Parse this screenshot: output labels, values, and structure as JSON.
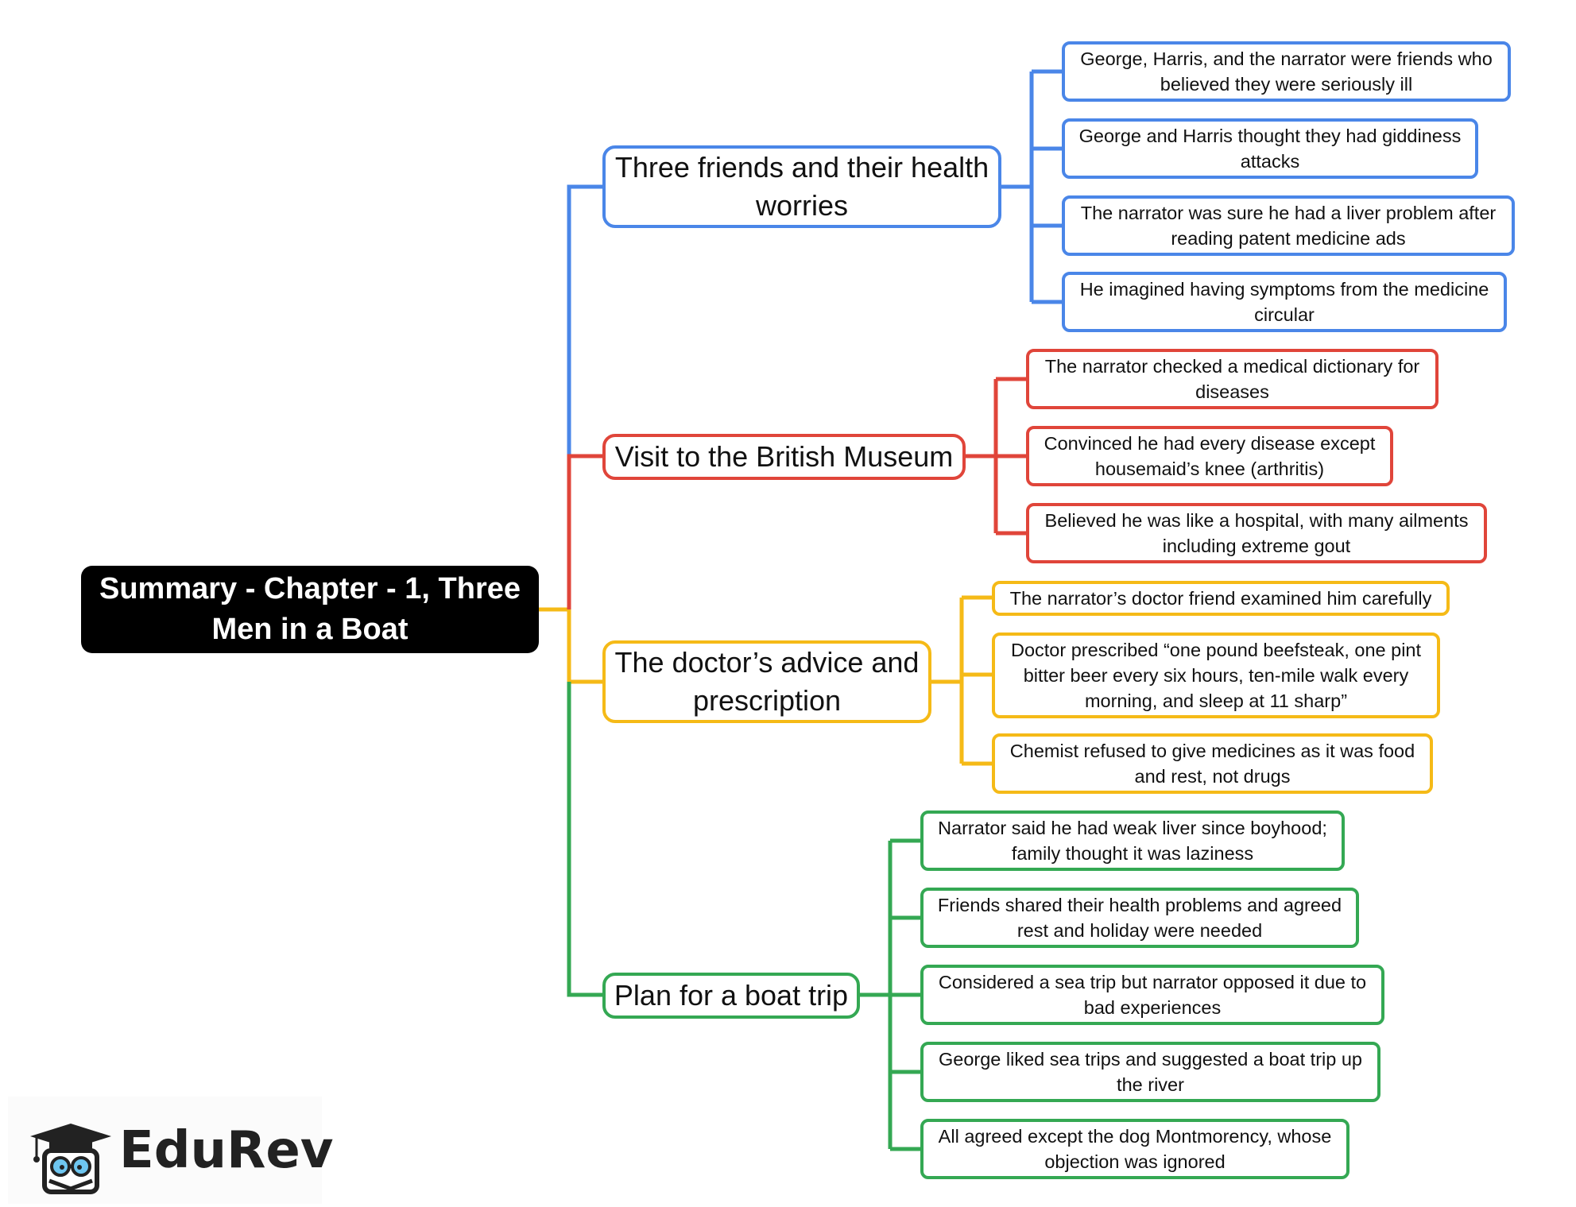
{
  "root": {
    "title": "Summary - Chapter - 1, Three Men in a Boat"
  },
  "branches": [
    {
      "label": "Three friends and their health worries",
      "color": "#4A86E8",
      "items": [
        "George, Harris, and the narrator were friends who believed they were seriously ill",
        "George and Harris thought they had giddiness attacks",
        "The narrator was sure he had a liver problem after reading patent medicine ads",
        "He imagined having symptoms from the medicine circular"
      ]
    },
    {
      "label": "Visit to the British Museum",
      "color": "#E0453A",
      "items": [
        "The narrator checked a medical dictionary for diseases",
        "Convinced he had every disease except housemaid’s knee (arthritis)",
        "Believed he was like a hospital, with many ailments including extreme gout"
      ]
    },
    {
      "label": "The doctor’s advice and prescription",
      "color": "#F5BA17",
      "items": [
        "The narrator’s doctor friend examined him carefully",
        "Doctor prescribed “one pound beefsteak, one pint bitter beer every six hours, ten-mile walk every morning, and sleep at 11 sharp”",
        "Chemist refused to give medicines as it was food and rest, not drugs"
      ]
    },
    {
      "label": "Plan for a boat trip",
      "color": "#34A853",
      "items": [
        "Narrator said he had weak liver since boyhood; family thought it was laziness",
        "Friends shared their health problems and agreed rest and holiday were needed",
        "Considered a sea trip but narrator opposed it due to bad experiences",
        "George liked sea trips and suggested a boat trip up the river",
        "All agreed except the dog Montmorency, whose objection was ignored"
      ]
    }
  ],
  "logo": {
    "text": "EduRev",
    "icon": "graduation-cap-mascot-icon"
  }
}
